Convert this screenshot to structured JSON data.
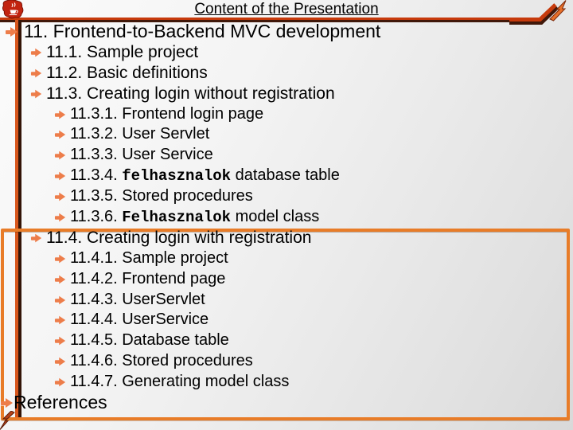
{
  "slide": {
    "title": "Content of the Presentation",
    "outline": [
      {
        "level": 1,
        "text": "11. Frontend-to-Backend MVC development"
      },
      {
        "level": 2,
        "text": "11.1. Sample project"
      },
      {
        "level": 2,
        "text": "11.2. Basic definitions"
      },
      {
        "level": 2,
        "text": "11.3. Creating login without registration"
      },
      {
        "level": 3,
        "text": "11.3.1. Frontend login page"
      },
      {
        "level": 3,
        "text": "11.3.2. User Servlet"
      },
      {
        "level": 3,
        "text": "11.3.3. User Service"
      },
      {
        "level": 3,
        "pre": "11.3.4. ",
        "code": "felhasznalok",
        "post": " database table"
      },
      {
        "level": 3,
        "text": "11.3.5. Stored procedures"
      },
      {
        "level": 3,
        "pre": "11.3.6. ",
        "code": "Felhasznalok",
        "post": " model class"
      },
      {
        "level": 2,
        "text": "11.4. Creating login with registration"
      },
      {
        "level": 3,
        "text": "11.4.1. Sample project"
      },
      {
        "level": 3,
        "text": "11.4.2. Frontend page"
      },
      {
        "level": 3,
        "text": "11.4.3. UserServlet"
      },
      {
        "level": 3,
        "text": "11.4.4. UserService"
      },
      {
        "level": 3,
        "text": "11.4.5. Database table"
      },
      {
        "level": 3,
        "text": "11.4.6. Stored procedures"
      },
      {
        "level": 3,
        "text": "11.4.7. Generating model class"
      },
      {
        "level": 0,
        "text": "References"
      }
    ],
    "highlighted_section": "11.4. Creating login with registration",
    "icons": {
      "top_left": "java-logo-icon",
      "top_right": "lightning-arrow-icon",
      "bottom_left": "lightning-arrow-icon",
      "bullet": "arrow-bullet-icon"
    },
    "colors": {
      "accent_orange": "#e87c28",
      "line_orange": "#c63a0c",
      "line_dark": "#40180a",
      "bullet_orange": "#ed7d4a",
      "background_gray": "#ededed",
      "text": "#000000"
    }
  }
}
